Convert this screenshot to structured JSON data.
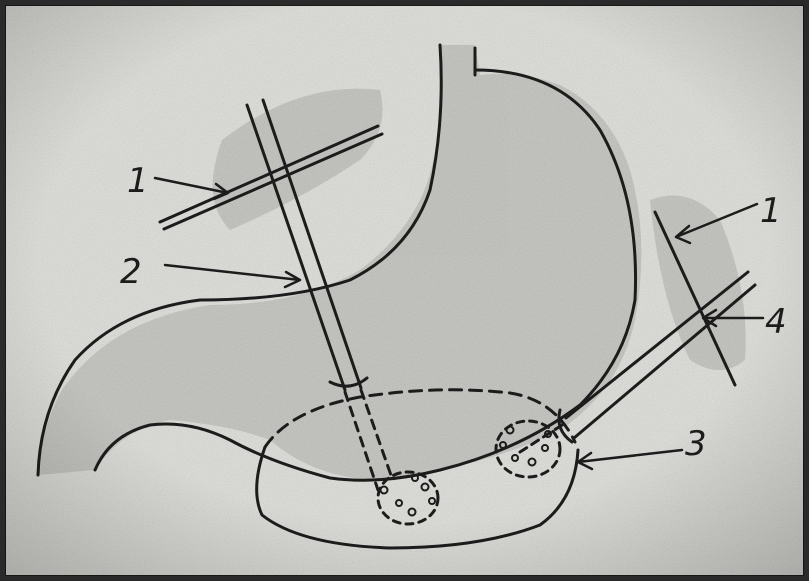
{
  "labels": {
    "l1_left": "1",
    "l1_right": "1",
    "l2": "2",
    "l3": "3",
    "l4": "4"
  },
  "colors": {
    "paper": "#dcdcd8",
    "ink": "#1c1c1c",
    "shading": "#a9a9a5"
  }
}
